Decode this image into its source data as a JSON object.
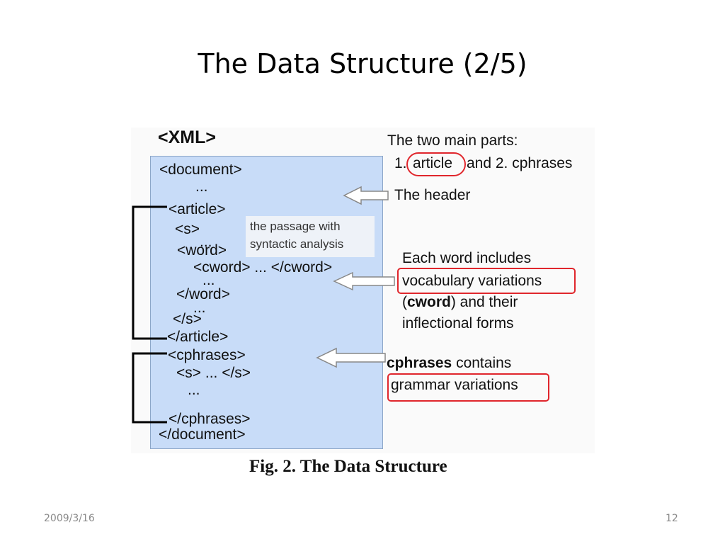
{
  "slide": {
    "title": "The Data Structure (2/5)",
    "date": "2009/3/16",
    "page_number": "12"
  },
  "figure": {
    "xml_heading": "<XML>",
    "xml_lines": {
      "document_open": "<document>",
      "dots_1": "...",
      "article_open": "<article>",
      "s_open": "<s>",
      "dots_2": "...",
      "word_open": "<word>",
      "cword": "<cword> ... </cword>",
      "dots_3": "...",
      "word_close": "</word>",
      "dots_4": "...",
      "s_close": "</s>",
      "article_close": "</article>",
      "cphrases_open": "<cphrases>",
      "s_inline": "<s> ... </s>",
      "dots_5": "...",
      "cphrases_close": "</cphrases>",
      "document_close": "</document>"
    },
    "passage_note": {
      "line1": "the passage with",
      "line2": "syntactic analysis"
    },
    "annotations": {
      "main_parts": "The two main parts:",
      "part1_prefix": "1.",
      "part1_word": "article",
      "part2": "and 2. cphrases",
      "header": "The header",
      "word_includes": "Each word includes",
      "vocab": "vocabulary variations",
      "cword_paren_open": "(",
      "cword_bold": "cword",
      "cword_rest": ") and their",
      "inflectional": "inflectional forms",
      "cphrases_bold": "cphrases",
      "contains": " contains",
      "grammar": "grammar variations"
    },
    "caption": "Fig. 2. The Data Structure"
  },
  "colors": {
    "xml_box_fill": "#c8dcf8",
    "highlight_red": "#e0262c",
    "bracket": "#000000",
    "footer_text": "#8a8a8a"
  }
}
